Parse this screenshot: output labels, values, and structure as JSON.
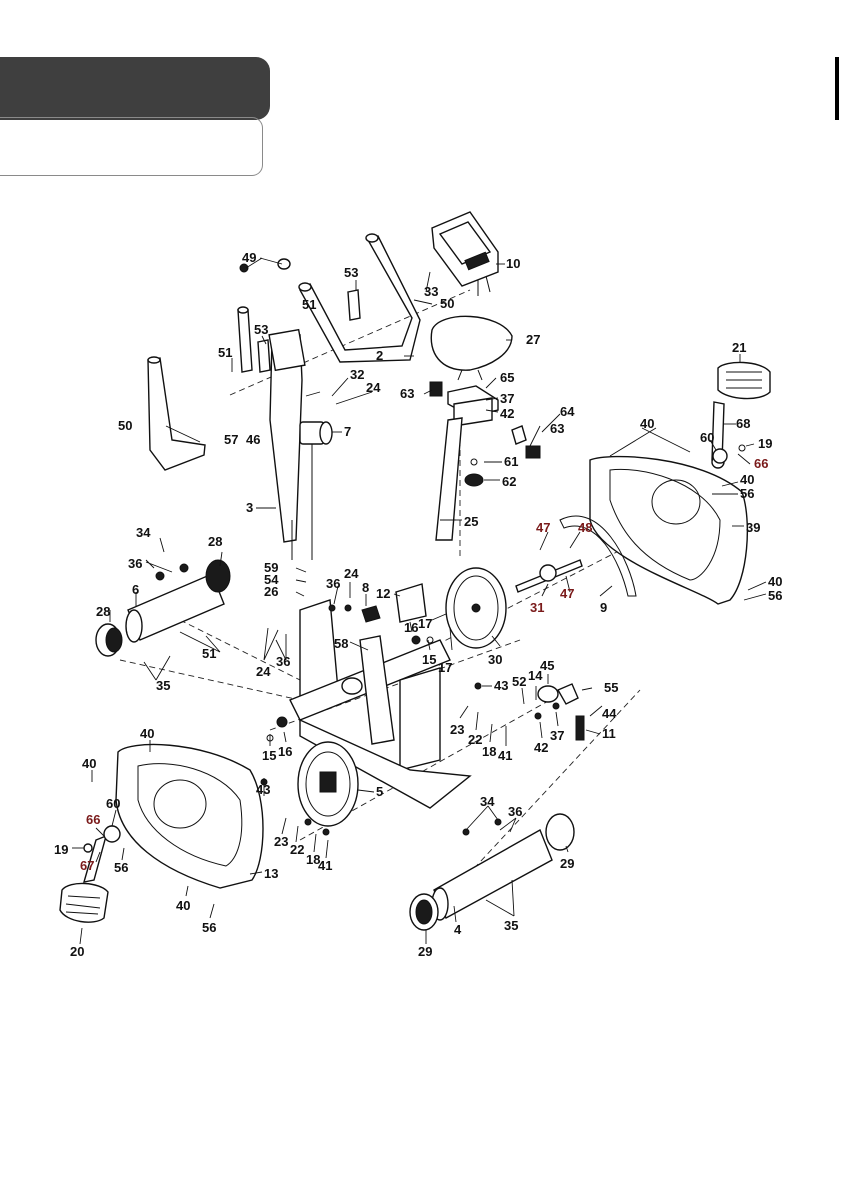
{
  "page": {
    "header_tab": ""
  },
  "callouts": [
    {
      "id": "c10",
      "text": "10",
      "color": "#111111"
    },
    {
      "id": "c49",
      "text": "49",
      "color": "#111111"
    },
    {
      "id": "c53a",
      "text": "53",
      "color": "#111111"
    },
    {
      "id": "c33",
      "text": "33",
      "color": "#111111"
    },
    {
      "id": "c50a",
      "text": "50",
      "color": "#111111"
    },
    {
      "id": "c51a",
      "text": "51",
      "color": "#111111"
    },
    {
      "id": "c53b",
      "text": "53",
      "color": "#111111"
    },
    {
      "id": "c2",
      "text": "2",
      "color": "#111111"
    },
    {
      "id": "c27",
      "text": "27",
      "color": "#111111"
    },
    {
      "id": "c21",
      "text": "21",
      "color": "#111111"
    },
    {
      "id": "c51b",
      "text": "51",
      "color": "#111111"
    },
    {
      "id": "c32",
      "text": "32",
      "color": "#111111"
    },
    {
      "id": "c24a",
      "text": "24",
      "color": "#111111"
    },
    {
      "id": "c65",
      "text": "65",
      "color": "#111111"
    },
    {
      "id": "c63a",
      "text": "63",
      "color": "#111111"
    },
    {
      "id": "c37a",
      "text": "37",
      "color": "#111111"
    },
    {
      "id": "c42a",
      "text": "42",
      "color": "#111111"
    },
    {
      "id": "c64",
      "text": "64",
      "color": "#111111"
    },
    {
      "id": "c68",
      "text": "68",
      "color": "#111111"
    },
    {
      "id": "c40a",
      "text": "40",
      "color": "#111111"
    },
    {
      "id": "c50b",
      "text": "50",
      "color": "#111111"
    },
    {
      "id": "c57",
      "text": "57",
      "color": "#111111"
    },
    {
      "id": "c46",
      "text": "46",
      "color": "#111111"
    },
    {
      "id": "c7",
      "text": "7",
      "color": "#111111"
    },
    {
      "id": "c63b",
      "text": "63",
      "color": "#111111"
    },
    {
      "id": "c60a",
      "text": "60",
      "color": "#111111"
    },
    {
      "id": "c19a",
      "text": "19",
      "color": "#111111"
    },
    {
      "id": "c61",
      "text": "61",
      "color": "#111111"
    },
    {
      "id": "c66a",
      "text": "66",
      "color": "#7a1a1a"
    },
    {
      "id": "c62",
      "text": "62",
      "color": "#111111"
    },
    {
      "id": "c40b",
      "text": "40",
      "color": "#111111"
    },
    {
      "id": "c56a",
      "text": "56",
      "color": "#111111"
    },
    {
      "id": "c3",
      "text": "3",
      "color": "#111111"
    },
    {
      "id": "c25",
      "text": "25",
      "color": "#111111"
    },
    {
      "id": "c39",
      "text": "39",
      "color": "#111111"
    },
    {
      "id": "c34a",
      "text": "34",
      "color": "#111111"
    },
    {
      "id": "c28a",
      "text": "28",
      "color": "#111111"
    },
    {
      "id": "c47a",
      "text": "47",
      "color": "#7a1a1a"
    },
    {
      "id": "c48",
      "text": "48",
      "color": "#7a1a1a"
    },
    {
      "id": "c59",
      "text": "59",
      "color": "#111111"
    },
    {
      "id": "c36a",
      "text": "36",
      "color": "#111111"
    },
    {
      "id": "c54",
      "text": "54",
      "color": "#111111"
    },
    {
      "id": "c24b",
      "text": "24",
      "color": "#111111"
    },
    {
      "id": "c26",
      "text": "26",
      "color": "#111111"
    },
    {
      "id": "c36b",
      "text": "36",
      "color": "#111111"
    },
    {
      "id": "c8",
      "text": "8",
      "color": "#111111"
    },
    {
      "id": "c40c",
      "text": "40",
      "color": "#111111"
    },
    {
      "id": "c56b",
      "text": "56",
      "color": "#111111"
    },
    {
      "id": "c6",
      "text": "6",
      "color": "#111111"
    },
    {
      "id": "c12",
      "text": "12",
      "color": "#111111"
    },
    {
      "id": "c47b",
      "text": "47",
      "color": "#7a1a1a"
    },
    {
      "id": "c31",
      "text": "31",
      "color": "#7a1a1a"
    },
    {
      "id": "c9",
      "text": "9",
      "color": "#111111"
    },
    {
      "id": "c28b",
      "text": "28",
      "color": "#111111"
    },
    {
      "id": "c17a",
      "text": "17",
      "color": "#111111"
    },
    {
      "id": "c16a",
      "text": "16",
      "color": "#111111"
    },
    {
      "id": "c51c",
      "text": "51",
      "color": "#111111"
    },
    {
      "id": "c58",
      "text": "58",
      "color": "#111111"
    },
    {
      "id": "c24c",
      "text": "24",
      "color": "#111111"
    },
    {
      "id": "c36c",
      "text": "36",
      "color": "#111111"
    },
    {
      "id": "c15a",
      "text": "15",
      "color": "#111111"
    },
    {
      "id": "c17b",
      "text": "17",
      "color": "#111111"
    },
    {
      "id": "c30",
      "text": "30",
      "color": "#111111"
    },
    {
      "id": "c35a",
      "text": "35",
      "color": "#111111"
    },
    {
      "id": "c45",
      "text": "45",
      "color": "#111111"
    },
    {
      "id": "c52",
      "text": "52",
      "color": "#111111"
    },
    {
      "id": "c14",
      "text": "14",
      "color": "#111111"
    },
    {
      "id": "c43a",
      "text": "43",
      "color": "#111111"
    },
    {
      "id": "c55",
      "text": "55",
      "color": "#111111"
    },
    {
      "id": "c44",
      "text": "44",
      "color": "#111111"
    },
    {
      "id": "c23a",
      "text": "23",
      "color": "#111111"
    },
    {
      "id": "c22a",
      "text": "22",
      "color": "#111111"
    },
    {
      "id": "c37b",
      "text": "37",
      "color": "#111111"
    },
    {
      "id": "c11",
      "text": "11",
      "color": "#111111"
    },
    {
      "id": "c42b",
      "text": "42",
      "color": "#111111"
    },
    {
      "id": "c18a",
      "text": "18",
      "color": "#111111"
    },
    {
      "id": "c41a",
      "text": "41",
      "color": "#111111"
    },
    {
      "id": "c40d",
      "text": "40",
      "color": "#111111"
    },
    {
      "id": "c15b",
      "text": "15",
      "color": "#111111"
    },
    {
      "id": "c16b",
      "text": "16",
      "color": "#111111"
    },
    {
      "id": "c40e",
      "text": "40",
      "color": "#111111"
    },
    {
      "id": "c43b",
      "text": "43",
      "color": "#111111"
    },
    {
      "id": "c5",
      "text": "5",
      "color": "#111111"
    },
    {
      "id": "c66b",
      "text": "66",
      "color": "#7a1a1a"
    },
    {
      "id": "c60b",
      "text": "60",
      "color": "#111111"
    },
    {
      "id": "c34b",
      "text": "34",
      "color": "#111111"
    },
    {
      "id": "c36d",
      "text": "36",
      "color": "#111111"
    },
    {
      "id": "c19b",
      "text": "19",
      "color": "#111111"
    },
    {
      "id": "c23b",
      "text": "23",
      "color": "#111111"
    },
    {
      "id": "c22b",
      "text": "22",
      "color": "#111111"
    },
    {
      "id": "c67",
      "text": "67",
      "color": "#7a1a1a"
    },
    {
      "id": "c56c",
      "text": "56",
      "color": "#111111"
    },
    {
      "id": "c18b",
      "text": "18",
      "color": "#111111"
    },
    {
      "id": "c41b",
      "text": "41",
      "color": "#111111"
    },
    {
      "id": "c29a",
      "text": "29",
      "color": "#111111"
    },
    {
      "id": "c13",
      "text": "13",
      "color": "#111111"
    },
    {
      "id": "c40f",
      "text": "40",
      "color": "#111111"
    },
    {
      "id": "c35b",
      "text": "35",
      "color": "#111111"
    },
    {
      "id": "c56d",
      "text": "56",
      "color": "#111111"
    },
    {
      "id": "c4",
      "text": "4",
      "color": "#111111"
    },
    {
      "id": "c20",
      "text": "20",
      "color": "#111111"
    },
    {
      "id": "c29b",
      "text": "29",
      "color": "#111111"
    }
  ]
}
